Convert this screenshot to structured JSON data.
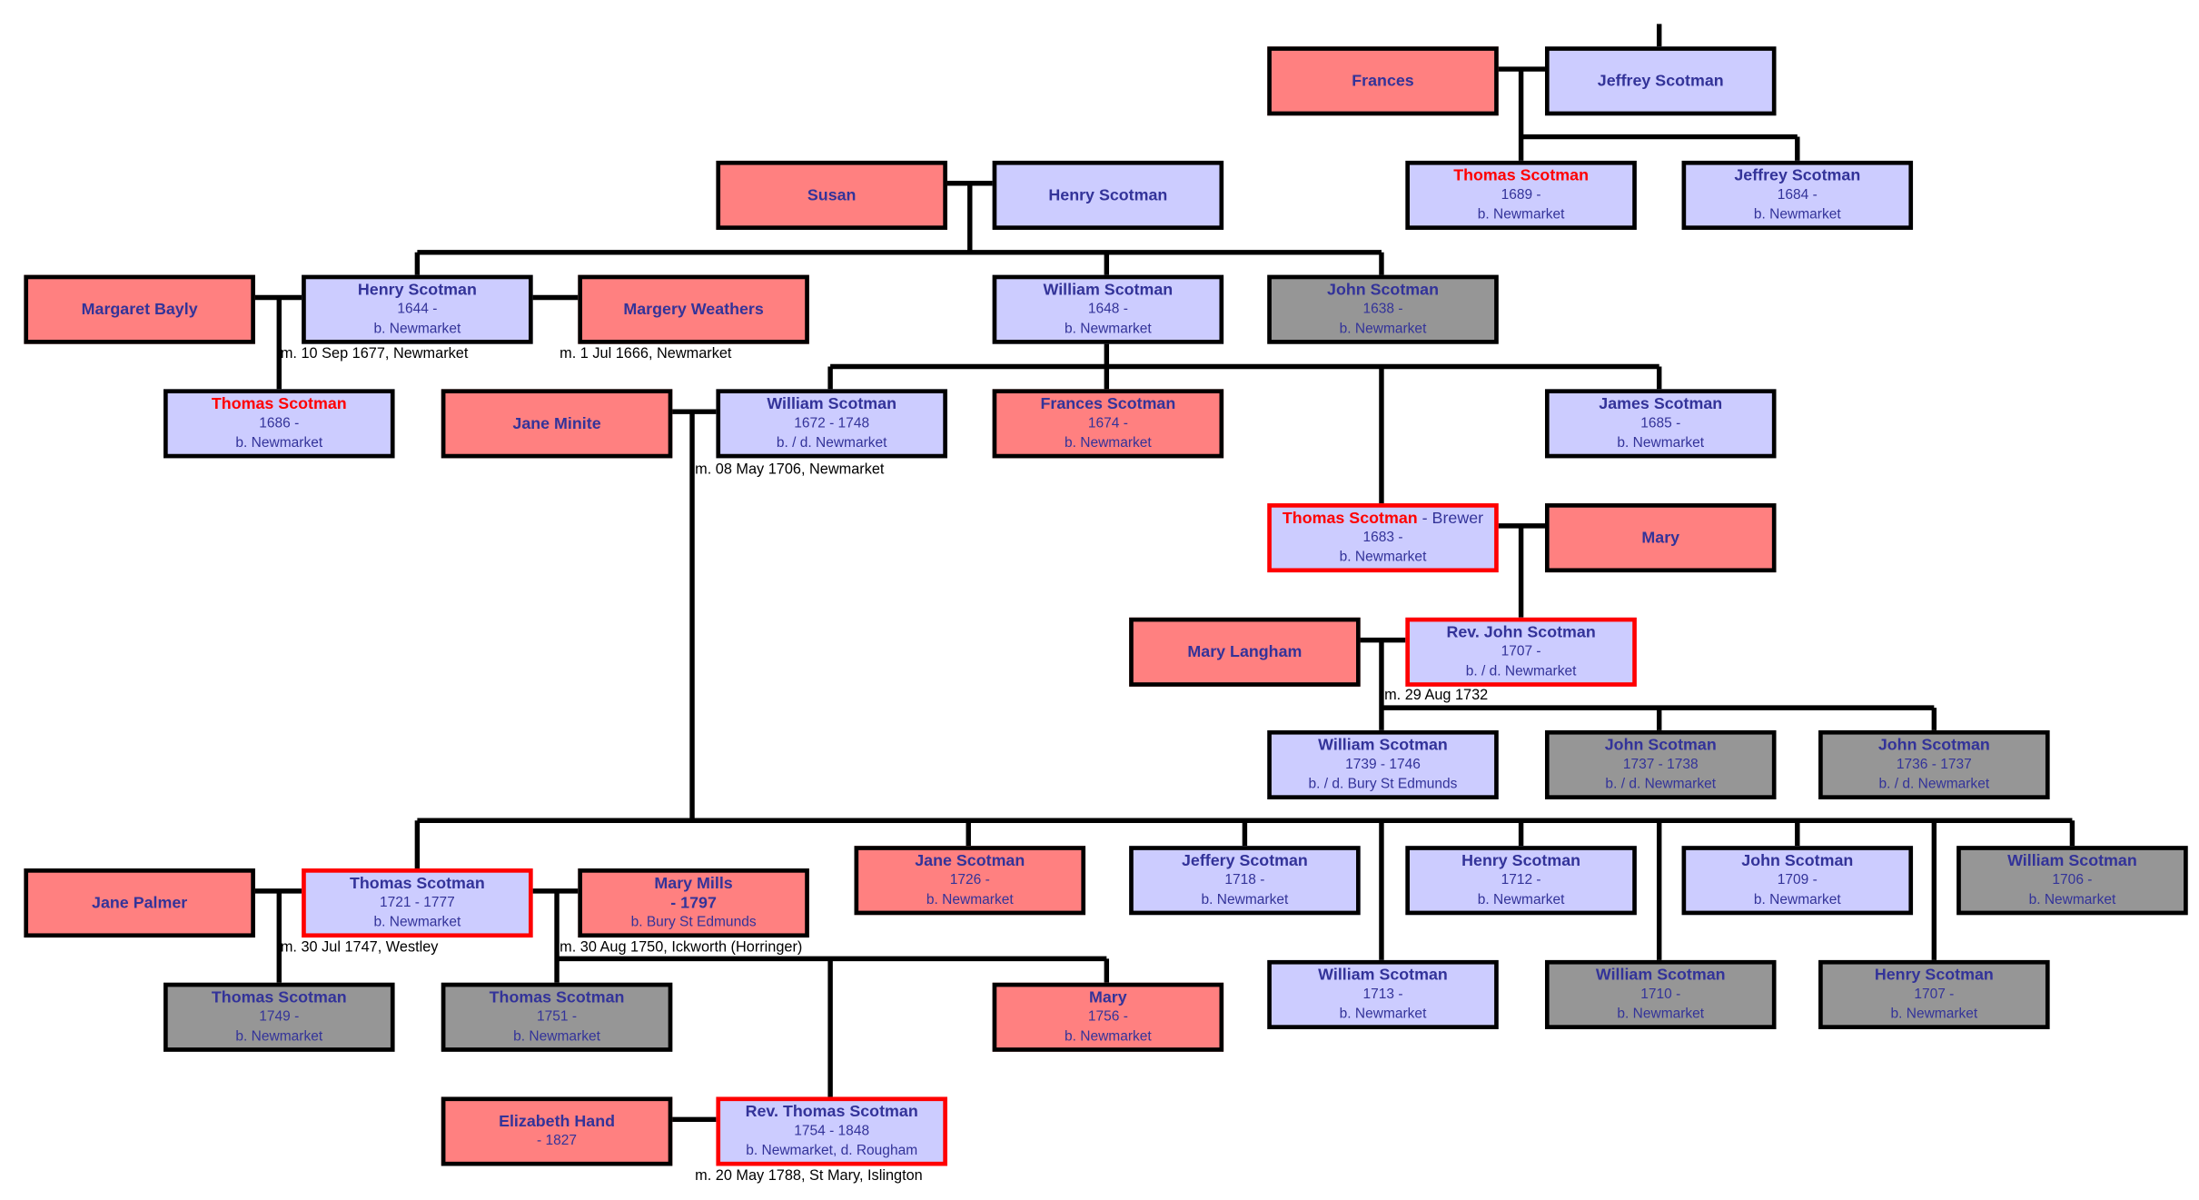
{
  "colors": {
    "female": "#ff8080",
    "male": "#ccccff",
    "deceased": "#969696",
    "text": "#333399",
    "highlight": "#ff0000"
  },
  "people": [
    {
      "name": "Frances",
      "type": "female"
    },
    {
      "name": "Jeffrey Scotman",
      "type": "male"
    },
    {
      "name": "Thomas Scotman",
      "dates": "1689 -",
      "place": "b. Newmarket",
      "type": "male",
      "name_red": true
    },
    {
      "name": "Jeffrey Scotman",
      "dates": "1684 -",
      "place": "b. Newmarket",
      "type": "male"
    },
    {
      "name": "Susan",
      "type": "female"
    },
    {
      "name": "Henry Scotman",
      "type": "male"
    },
    {
      "name": "Margaret Bayly",
      "type": "female"
    },
    {
      "name": "Henry Scotman",
      "dates": "1644 -",
      "place": "b. Newmarket",
      "type": "male"
    },
    {
      "name": "Margery Weathers",
      "type": "female"
    },
    {
      "name": "William Scotman",
      "dates": "1648 -",
      "place": "b. Newmarket",
      "type": "male"
    },
    {
      "name": "John Scotman",
      "dates": "1638 -",
      "place": "b. Newmarket",
      "type": "deceased"
    },
    {
      "name": "Thomas Scotman",
      "dates": "1686 -",
      "place": "b. Newmarket",
      "type": "male",
      "name_red": true
    },
    {
      "name": "Jane Minite",
      "type": "female"
    },
    {
      "name": "William Scotman",
      "dates": "1672 - 1748",
      "place": "b. / d. Newmarket",
      "type": "male"
    },
    {
      "name": "Frances Scotman",
      "dates": "1674 -",
      "place": "b. Newmarket",
      "type": "female"
    },
    {
      "name": "James Scotman",
      "dates": "1685 -",
      "place": "b. Newmarket",
      "type": "male"
    },
    {
      "name": "Thomas Scotman",
      "suffix": " - Brewer",
      "dates": "1683 -",
      "place": "b. Newmarket",
      "type": "male",
      "name_red": true,
      "highlight": true
    },
    {
      "name": "Mary",
      "type": "female"
    },
    {
      "name": "Mary Langham",
      "type": "female"
    },
    {
      "name": "Rev. John Scotman",
      "dates": "1707 -",
      "place": "b. / d. Newmarket",
      "type": "male",
      "highlight": true
    },
    {
      "name": "William Scotman",
      "dates": "1739 - 1746",
      "place": "b. / d. Bury St Edmunds",
      "type": "male"
    },
    {
      "name": "John Scotman",
      "dates": "1737 - 1738",
      "place": "b. / d. Newmarket",
      "type": "deceased"
    },
    {
      "name": "John Scotman",
      "dates": "1736 - 1737",
      "place": "b. / d. Newmarket",
      "type": "deceased"
    },
    {
      "name": "Jane Palmer",
      "type": "female"
    },
    {
      "name": "Thomas Scotman",
      "dates": "1721 - 1777",
      "place": "b. Newmarket",
      "type": "male",
      "highlight": true
    },
    {
      "name": "Mary Mills",
      "dates": "- 1797",
      "dates_bold": true,
      "place": "b. Bury St Edmunds",
      "type": "female"
    },
    {
      "name": "Jane Scotman",
      "dates": "1726 -",
      "place": "b. Newmarket",
      "type": "female"
    },
    {
      "name": "Jeffery Scotman",
      "dates": "1718 -",
      "place": "b. Newmarket",
      "type": "male"
    },
    {
      "name": "Henry Scotman",
      "dates": "1712 -",
      "place": "b. Newmarket",
      "type": "male"
    },
    {
      "name": "John Scotman",
      "dates": "1709 -",
      "place": "b. Newmarket",
      "type": "male"
    },
    {
      "name": "William Scotman",
      "dates": "1706 -",
      "place": "b. Newmarket",
      "type": "deceased"
    },
    {
      "name": "William Scotman",
      "dates": "1713 -",
      "place": "b. Newmarket",
      "type": "male"
    },
    {
      "name": "William Scotman",
      "dates": "1710 -",
      "place": "b. Newmarket",
      "type": "deceased"
    },
    {
      "name": "Henry Scotman",
      "dates": "1707 -",
      "place": "b. Newmarket",
      "type": "deceased"
    },
    {
      "name": "Thomas Scotman",
      "dates": "1749 -",
      "place": "b. Newmarket",
      "type": "deceased"
    },
    {
      "name": "Thomas Scotman",
      "dates": "1751 -",
      "place": "b. Newmarket",
      "type": "deceased"
    },
    {
      "name": "Mary",
      "dates": "1756 -",
      "place": "b. Newmarket",
      "type": "female"
    },
    {
      "name": "Elizabeth Hand",
      "dates": "- 1827",
      "type": "female"
    },
    {
      "name": "Rev. Thomas Scotman",
      "dates": "1754 - 1848",
      "place": "b. Newmarket, d. Rougham",
      "type": "male",
      "highlight": true
    }
  ],
  "marriages": [
    "m. 10 Sep 1677, Newmarket",
    "m. 1 Jul 1666, Newmarket",
    "m. 08 May 1706, Newmarket",
    "m. 29 Aug 1732",
    "m. 30 Jul 1747, Westley",
    "m. 30 Aug 1750, Ickworth (Horringer)",
    "m. 20 May 1788, St Mary, Islington"
  ]
}
